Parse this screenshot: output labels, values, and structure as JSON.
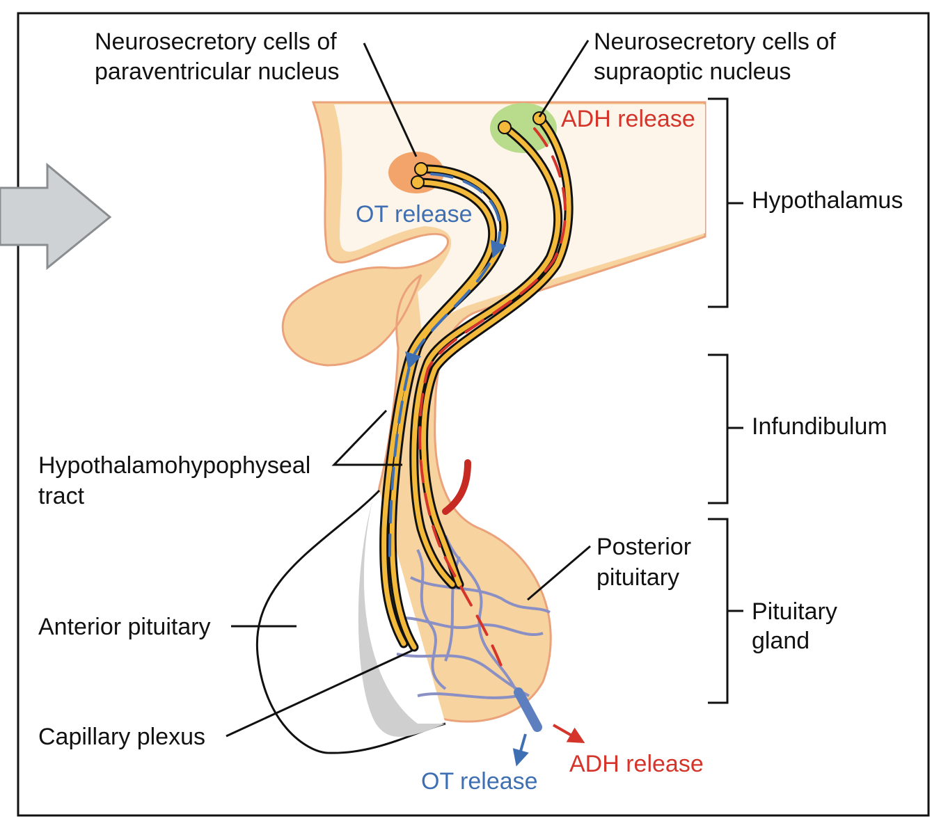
{
  "labels": {
    "paraventricular": [
      "Neurosecretory cells of",
      "paraventricular nucleus"
    ],
    "supraoptic": [
      "Neurosecretory cells of",
      "supraoptic nucleus"
    ],
    "adh_release_top": "ADH release",
    "ot_release_top": "OT release",
    "hypothalamus": "Hypothalamus",
    "infundibulum": "Infundibulum",
    "pituitary_gland": [
      "Pituitary",
      "gland"
    ],
    "posterior_pituitary": [
      "Posterior",
      "pituitary"
    ],
    "tract": [
      "Hypothalamohypophyseal",
      "tract"
    ],
    "anterior_pituitary": "Anterior pituitary",
    "capillary_plexus": "Capillary plexus",
    "ot_release_bottom": "OT release",
    "adh_release_bottom": "ADH release"
  },
  "colors": {
    "adh": "#d4342a",
    "ot": "#3f6fb3",
    "axon": "#f3b93a",
    "tissue": "#f7d3a0",
    "hypothalamus_bg": "#fdf5ea",
    "paraventricular_nucleus": "#f2a46a",
    "supraoptic_nucleus": "#b9db8c"
  }
}
